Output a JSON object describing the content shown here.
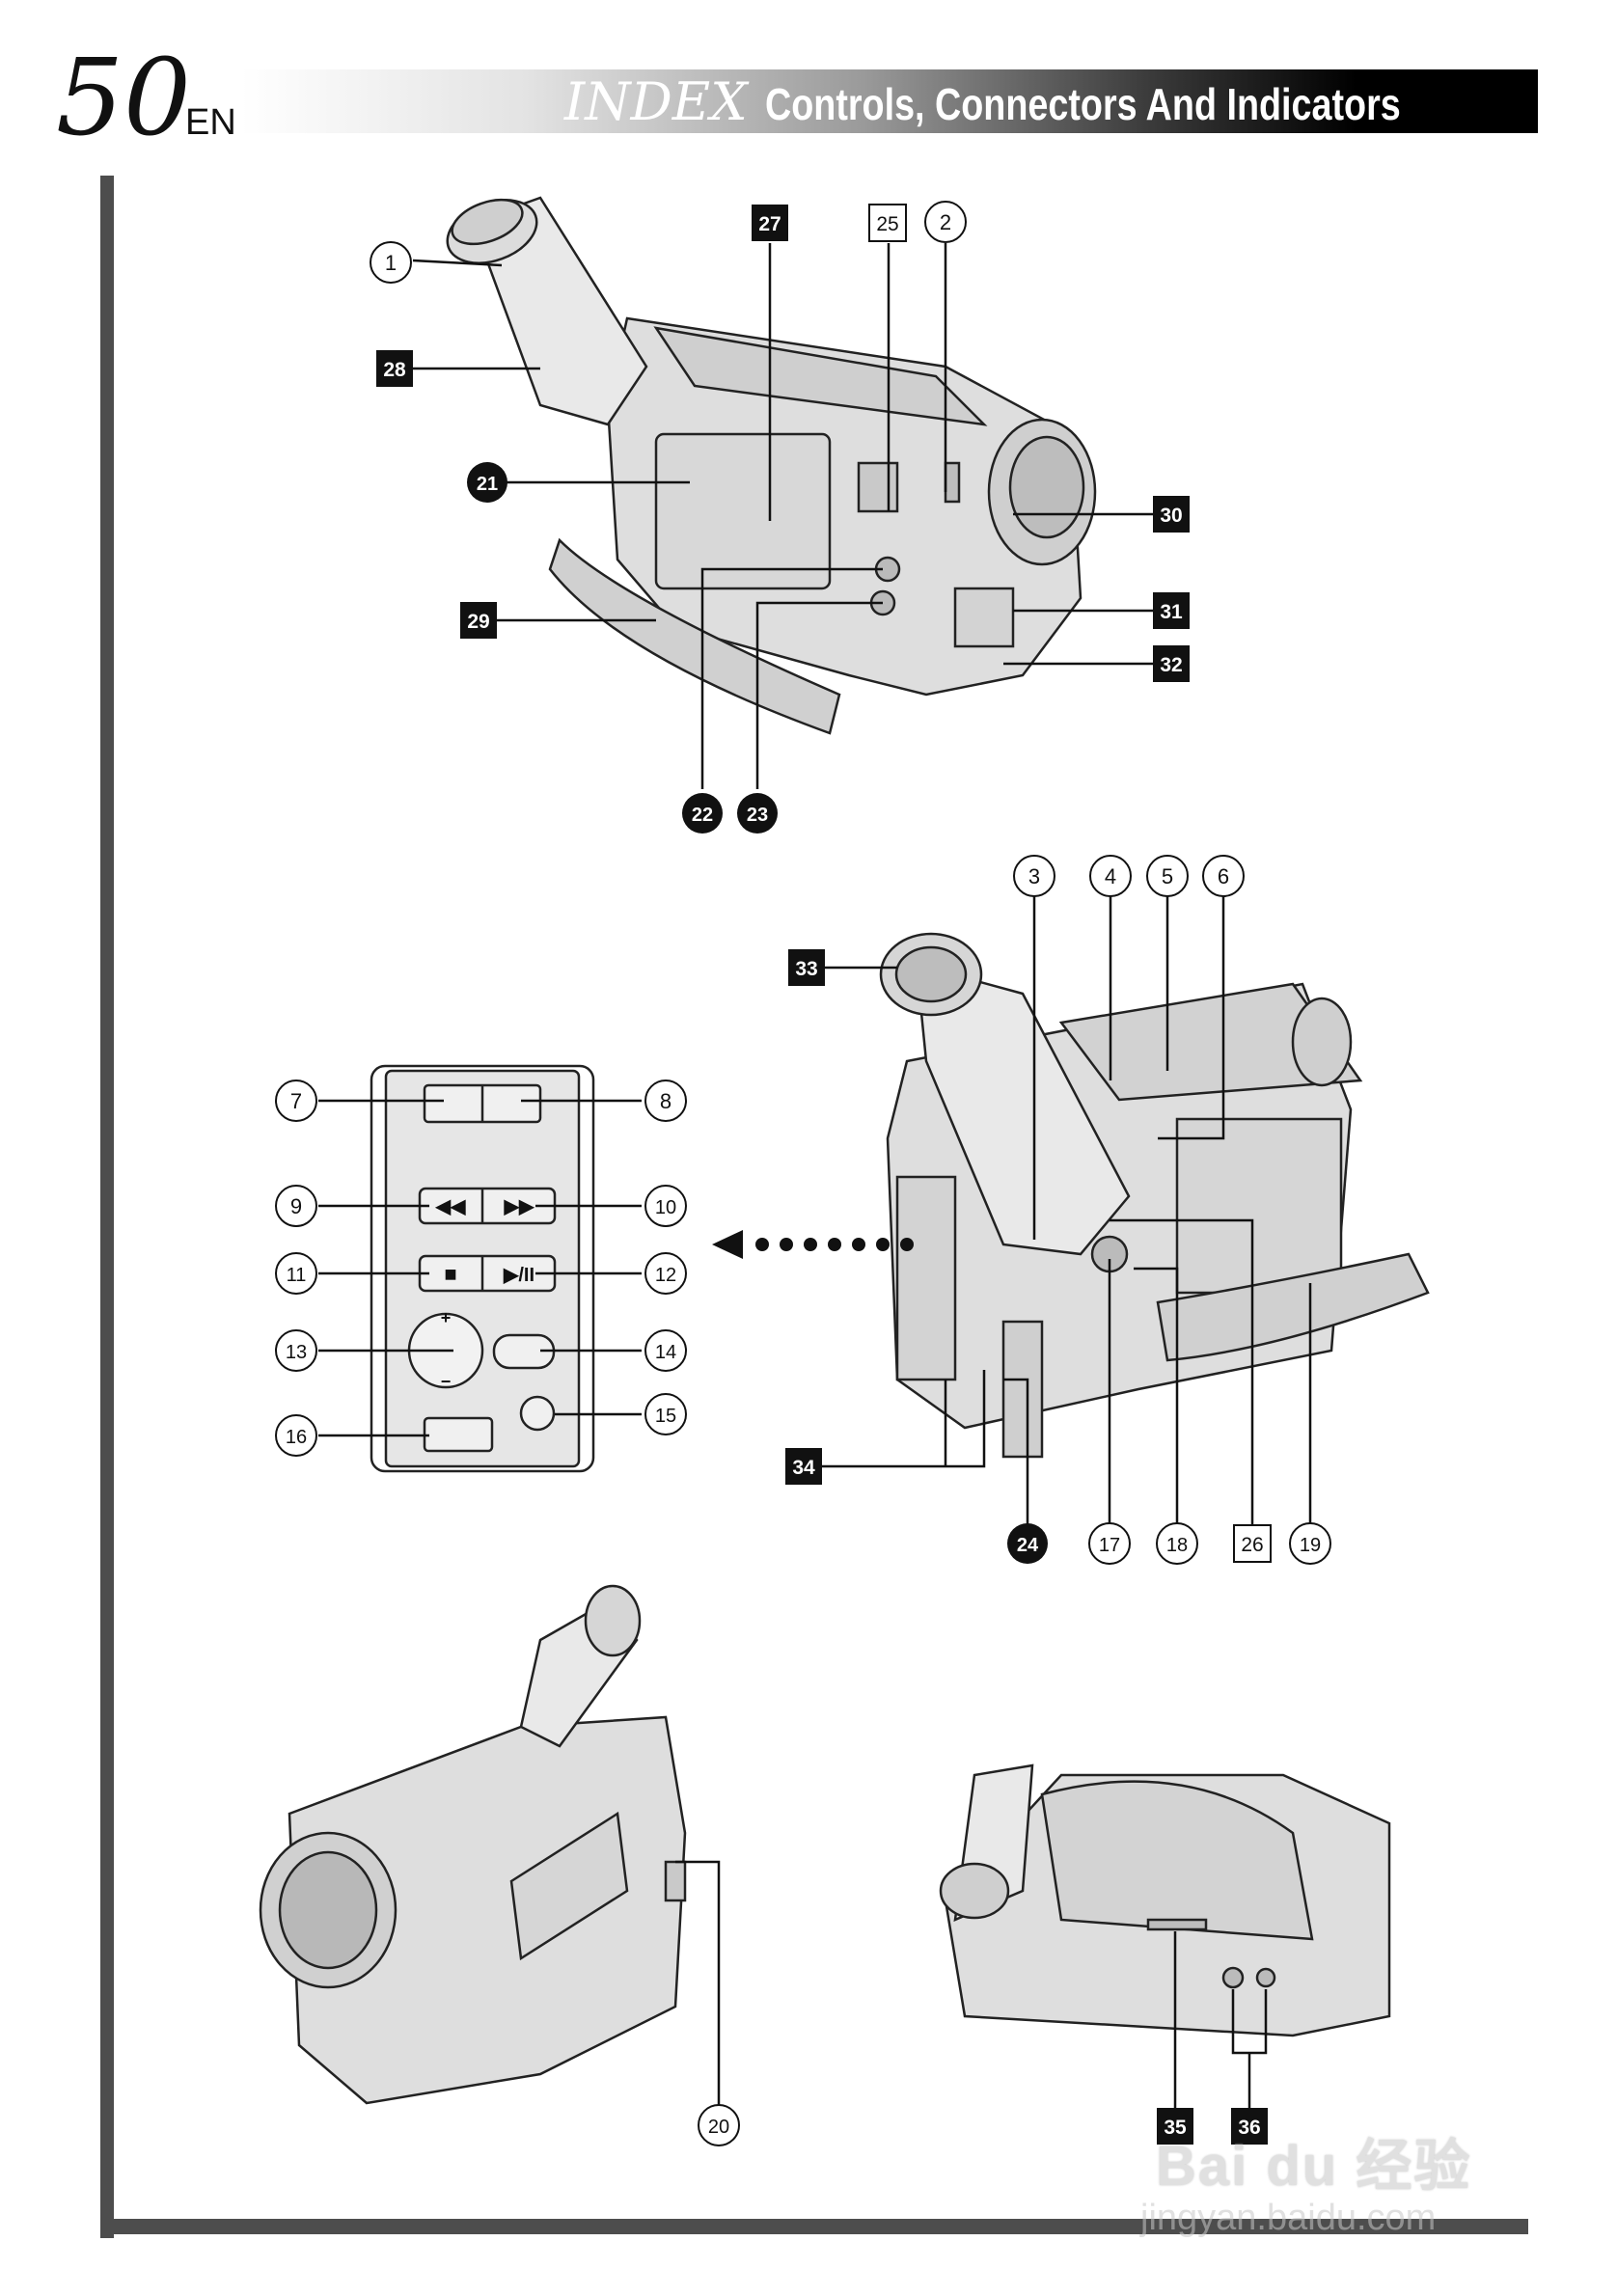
{
  "header": {
    "page_number": "50",
    "language": "EN",
    "index_word": "INDEX",
    "title": "Controls, Connectors And Indicators"
  },
  "callouts": {
    "c1": "1",
    "c2": "2",
    "c3": "3",
    "c4": "4",
    "c5": "5",
    "c6": "6",
    "c7": "7",
    "c8": "8",
    "c9": "9",
    "c10": "10",
    "c11": "11",
    "c12": "12",
    "c13": "13",
    "c14": "14",
    "c15": "15",
    "c16": "16",
    "c17": "17",
    "c18": "18",
    "c19": "19",
    "c20": "20",
    "c21": "21",
    "c22": "22",
    "c23": "23",
    "c24": "24",
    "c25": "25",
    "c26": "26",
    "c27": "27",
    "c28": "28",
    "c29": "29",
    "c30": "30",
    "c31": "31",
    "c32": "32",
    "c33": "33",
    "c34": "34",
    "c35": "35",
    "c36": "36"
  },
  "panel_symbols": {
    "rewind": "◀◀",
    "fast_forward": "▶▶",
    "stop": "■",
    "play_pause": "▶/II",
    "plus": "+",
    "minus": "−"
  },
  "watermark": {
    "logo": "Bai du 经验",
    "url": "jingyan.baidu.com"
  }
}
